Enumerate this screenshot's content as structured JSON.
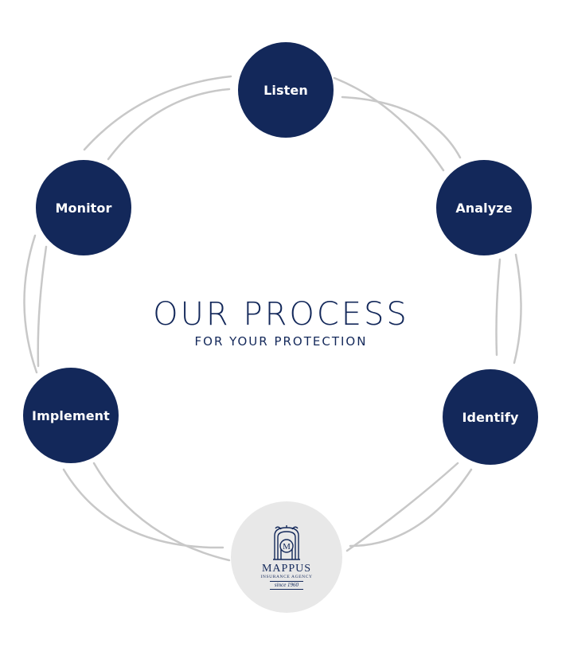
{
  "title": {
    "main": "OUR PROCESS",
    "sub": "FOR YOUR PROTECTION"
  },
  "steps": [
    {
      "label": "Listen"
    },
    {
      "label": "Analyze"
    },
    {
      "label": "Identify"
    },
    {
      "label": "Implement"
    },
    {
      "label": "Monitor"
    }
  ],
  "logo": {
    "name": "MAPPUS",
    "subtitle": "INSURANCE AGENCY",
    "since": "since 1960",
    "monogram": "M"
  },
  "colors": {
    "node": "#13285a",
    "node_text": "#ffffff",
    "connector": "#c8c8c8",
    "logo_bg": "#e8e8e8"
  }
}
